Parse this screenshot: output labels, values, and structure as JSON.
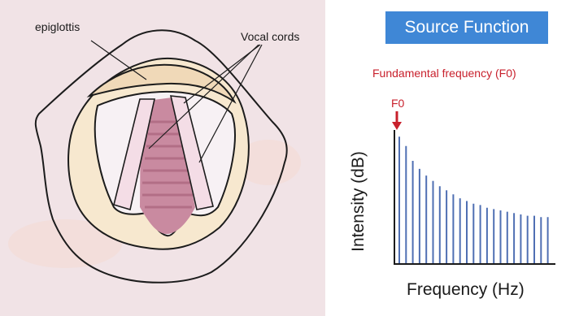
{
  "labels": {
    "epiglottis": "epiglottis",
    "vocal_cords": "Vocal cords"
  },
  "source_box": "Source Function",
  "spectrum_title": "Fundamental frequency (F0)",
  "f0_marker": "F0",
  "axes": {
    "x": "Frequency (Hz)",
    "y": "Intensity (dB)"
  },
  "colors": {
    "panel_bg": "#f1e3e6",
    "accent_red": "#c8202c",
    "box_blue": "#3f87d6",
    "harmonic_blue": "#4f6fb3"
  },
  "harmonics": [
    95,
    88,
    77,
    71,
    66,
    62,
    58,
    55,
    52,
    49,
    47,
    45,
    44,
    42,
    41,
    40,
    39,
    38,
    37,
    36,
    36,
    35,
    35
  ]
}
